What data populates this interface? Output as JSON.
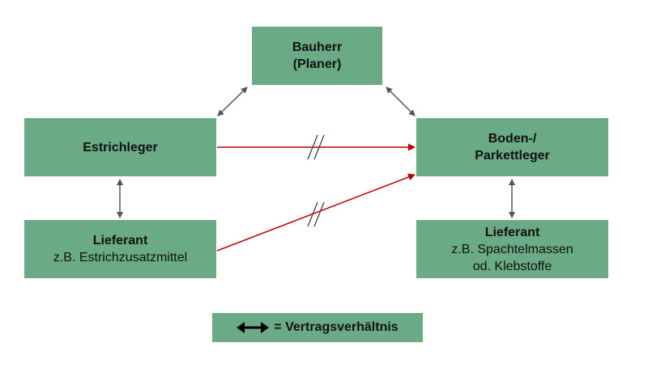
{
  "nodes": {
    "bauherr": {
      "title": "Bauherr",
      "subtitle": "(Planer)"
    },
    "estrichleger": {
      "title": "Estrichleger"
    },
    "boden": {
      "title": "Boden-/",
      "title2": "Parkettleger"
    },
    "lieferant_left": {
      "title": "Lieferant",
      "subtitle": "z.B. Estrichzusatzmittel"
    },
    "lieferant_right": {
      "title": "Lieferant",
      "subtitle": "z.B. Spachtelmassen",
      "subtitle2": "od. Klebstoffe"
    }
  },
  "legend": {
    "label": "= Vertragsverhältnis"
  },
  "colors": {
    "box_fill": "#6aaa85",
    "contract_arrow": "#555555",
    "no_contract_arrow": "#c00000"
  },
  "edges": [
    {
      "from": "bauherr",
      "to": "estrichleger",
      "type": "contract"
    },
    {
      "from": "bauherr",
      "to": "boden",
      "type": "contract"
    },
    {
      "from": "estrichleger",
      "to": "lieferant_left",
      "type": "contract"
    },
    {
      "from": "boden",
      "to": "lieferant_right",
      "type": "contract"
    },
    {
      "from": "estrichleger",
      "to": "boden",
      "type": "no-contract"
    },
    {
      "from": "lieferant_left",
      "to": "boden",
      "type": "no-contract"
    }
  ]
}
